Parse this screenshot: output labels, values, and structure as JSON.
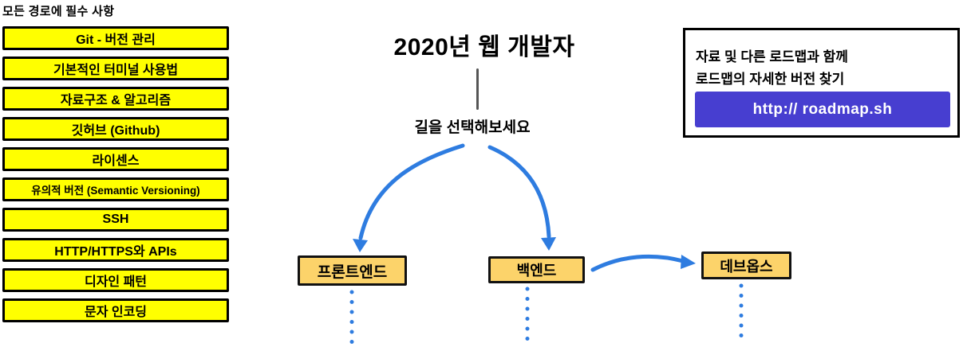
{
  "left_column": {
    "heading": "모든 경로에 필수 사항",
    "items": [
      "Git - 버전 관리",
      "기본적인 터미널 사용법",
      "자료구조 & 알고리즘",
      "깃허브 (Github)",
      "라이센스",
      "유의적 버전 (Semantic Versioning)",
      "SSH",
      "HTTP/HTTPS와 APIs",
      "디자인 패턴",
      "문자 인코딩"
    ]
  },
  "center": {
    "title": "2020년 웹 개발자",
    "subtitle": "길을 선택해보세요"
  },
  "paths": {
    "frontend": "프론트엔드",
    "backend": "백엔드",
    "devops": "데브옵스"
  },
  "connections": [
    {
      "from": "길을 선택해보세요",
      "to": "프론트엔드"
    },
    {
      "from": "길을 선택해보세요",
      "to": "백엔드"
    },
    {
      "from": "백엔드",
      "to": "데브옵스"
    }
  ],
  "info_panel": {
    "line1": "자료 및 다른 로드맵과 함께",
    "line2": "로드맵의 자세한 버전 찾기",
    "button_label": "http:// roadmap.sh"
  },
  "colors": {
    "topic_yellow": "#ffff00",
    "path_orange": "#fcd36a",
    "arrow_blue": "#2e7ce0",
    "button_purple": "#473ed0",
    "connector_gray": "#555555"
  }
}
